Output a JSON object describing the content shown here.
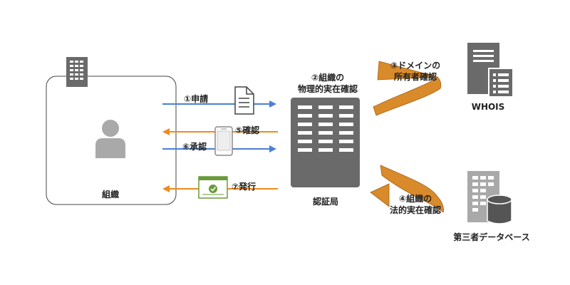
{
  "organization": {
    "label": "組織"
  },
  "ca": {
    "label": "認証局"
  },
  "whois": {
    "label": "WHOIS"
  },
  "thirdparty": {
    "label": "第三者データベース"
  },
  "steps": {
    "s1": "①申請",
    "s2_line1": "②組織の",
    "s2_line2": "物理的実在確認",
    "s3_line1": "③ドメインの",
    "s3_line2": "所有者確認",
    "s4_line1": "④組織の",
    "s4_line2": "法的実在確認",
    "s5": "⑤確認",
    "s6": "⑥承認",
    "s7": "⑦発行"
  },
  "colors": {
    "blue_arrow": "#4a7fd6",
    "orange_arrow": "#f08a1c",
    "curved_arrow": "#d98a2a",
    "icon_gray": "#6a6a6a",
    "icon_light": "#a9a9a9",
    "cert_green": "#6a9a3a"
  }
}
